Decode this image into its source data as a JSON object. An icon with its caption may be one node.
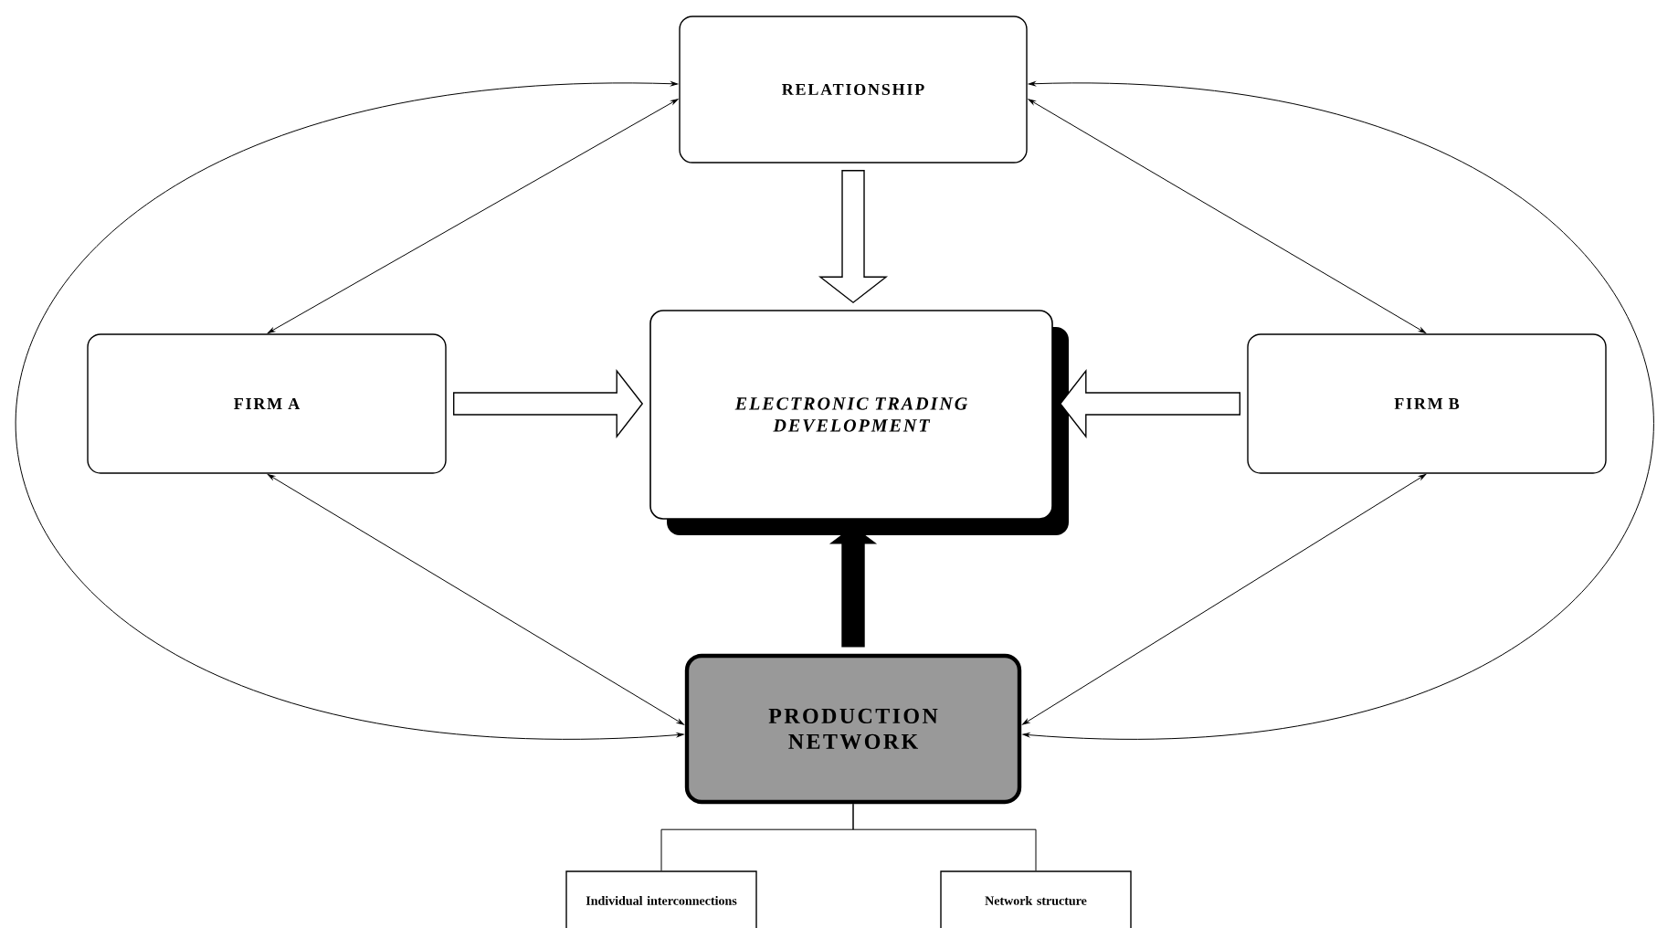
{
  "diagram": {
    "nodes": [
      {
        "text": [
          "RELATIONSHIP"
        ]
      },
      {
        "text": [
          "FIRM A"
        ]
      },
      {
        "text": [
          "ELECTRONIC TRADING DEVELOPMENT"
        ]
      },
      {
        "text": [
          "FIRM B"
        ]
      },
      {
        "text": [
          "PRODUCTION NETWORK"
        ]
      },
      {
        "text": [
          "Individual interconnections"
        ]
      },
      {
        "text": [
          "Network structure"
        ]
      }
    ],
    "edges": [
      {
        "from": 0,
        "to": 1,
        "arrow": "both"
      },
      {
        "from": 0,
        "to": 3,
        "arrow": "both"
      },
      {
        "from": 1,
        "to": 4,
        "arrow": "both"
      },
      {
        "from": 3,
        "to": 4,
        "arrow": "both"
      },
      {
        "from": 0,
        "to": 4,
        "arrow": "both"
      },
      {
        "from": 0,
        "to": 4,
        "arrow": "both"
      },
      {
        "from": 0,
        "to": 2,
        "arrow": "to"
      },
      {
        "from": 1,
        "to": 2,
        "arrow": "to"
      },
      {
        "from": 3,
        "to": 2,
        "arrow": "to"
      },
      {
        "from": 4,
        "to": 2,
        "arrow": "to",
        "style": "thick"
      },
      {
        "from": 4,
        "to": 5,
        "arrow": "none"
      },
      {
        "from": 4,
        "to": 6,
        "arrow": "none"
      }
    ]
  }
}
